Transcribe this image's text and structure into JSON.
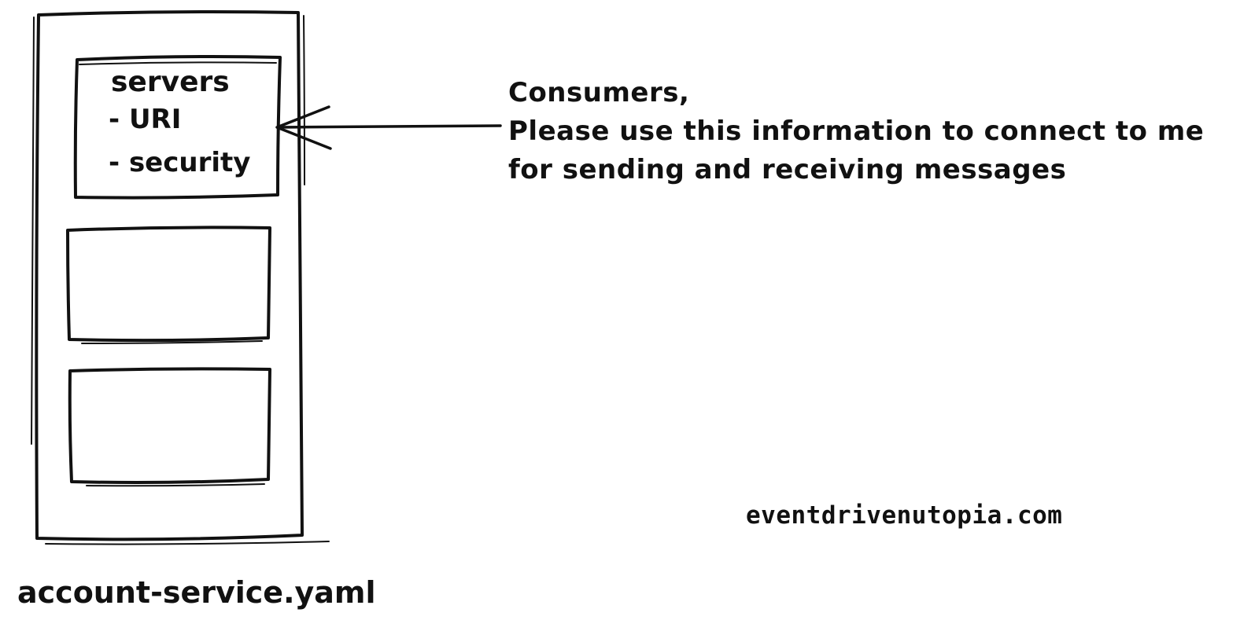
{
  "page": {
    "background_color": "#ffffff",
    "ink_color": "#111111"
  },
  "document": {
    "label": "account-service.yaml",
    "servers_box": {
      "title": "servers",
      "items": [
        "- URI",
        "- security"
      ]
    },
    "empty_boxes_count": 2
  },
  "annotation": {
    "lines": [
      "Consumers,",
      "Please use this information to connect to me",
      "for sending and receiving messages"
    ]
  },
  "watermark": {
    "text": "eventdrivenutopia.com"
  }
}
